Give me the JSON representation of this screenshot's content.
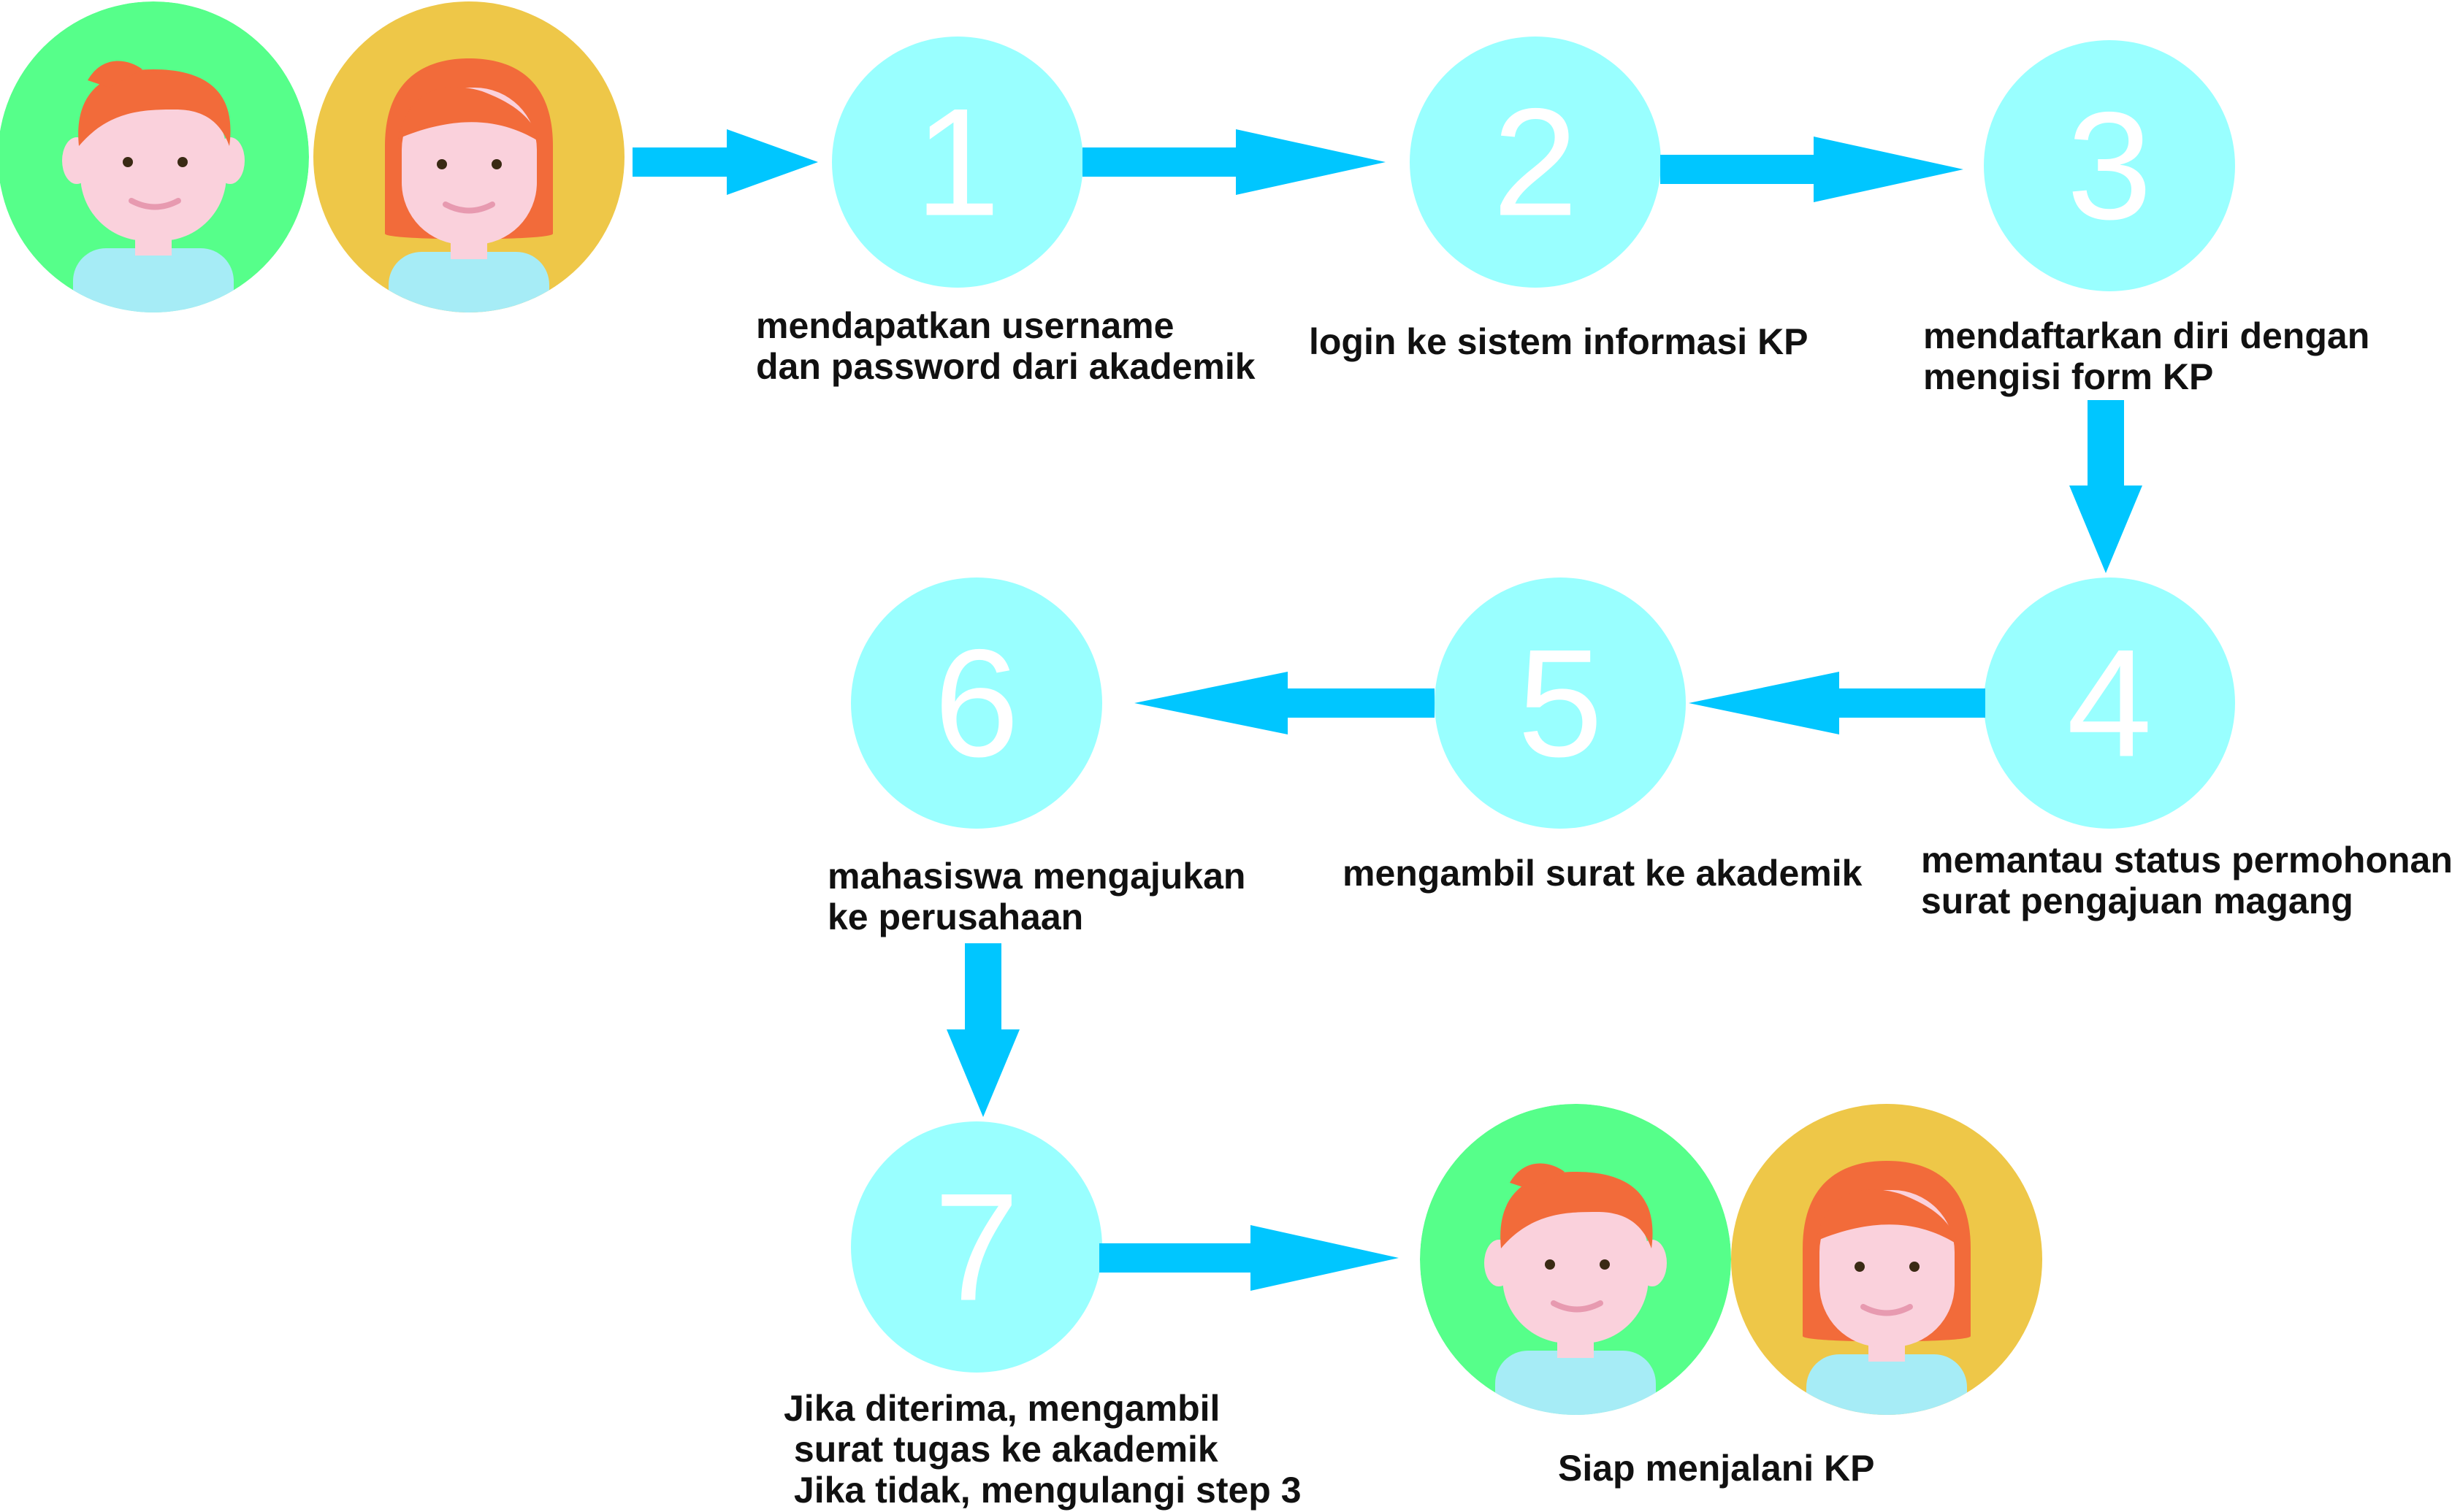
{
  "colors": {
    "step_circle": "#99FFFF",
    "arrow": "#00C6FF",
    "avatar_boy_bg": "#56FF8A",
    "avatar_girl_bg": "#EEC748",
    "hair": "#F26B3A",
    "skin": "#FAD1DC",
    "shirt": "#A6ECF6"
  },
  "avatars": {
    "start": [
      "boy-avatar",
      "girl-avatar"
    ],
    "end": [
      "boy-avatar",
      "girl-avatar"
    ]
  },
  "steps": [
    {
      "number": "1",
      "caption": [
        "mendapatkan username",
        "dan password dari akademik"
      ]
    },
    {
      "number": "2",
      "caption": [
        "login ke sistem informasi KP"
      ]
    },
    {
      "number": "3",
      "caption": [
        "mendaftarkan diri dengan",
        "mengisi form KP"
      ]
    },
    {
      "number": "4",
      "caption": [
        "memantau status permohonan",
        "surat pengajuan magang"
      ]
    },
    {
      "number": "5",
      "caption": [
        "mengambil surat ke akademik"
      ]
    },
    {
      "number": "6",
      "caption": [
        "mahasiswa mengajukan",
        "ke perusahaan"
      ]
    },
    {
      "number": "7",
      "caption": [
        "Jika diterima, mengambil",
        " surat tugas ke akademik",
        " Jika tidak, mengulangi step 3"
      ]
    }
  ],
  "final": {
    "caption": "Siap menjalani KP"
  }
}
